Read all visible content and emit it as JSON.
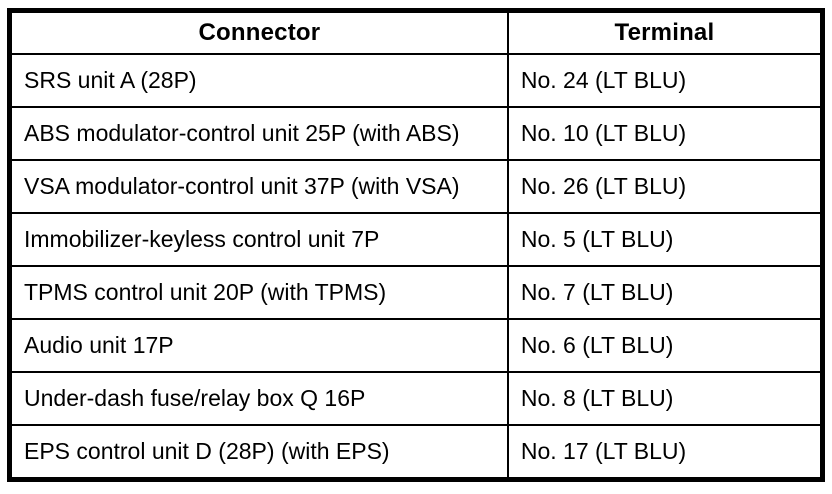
{
  "table": {
    "title": "connector-terminal-table",
    "headers": [
      {
        "label": "Connector"
      },
      {
        "label": "Terminal"
      }
    ],
    "rows": [
      {
        "connector": "SRS unit A (28P)",
        "terminal": "No. 24 (LT BLU)"
      },
      {
        "connector": "ABS modulator-control unit 25P (with ABS)",
        "terminal": "No. 10 (LT BLU)"
      },
      {
        "connector": "VSA modulator-control unit 37P (with VSA)",
        "terminal": "No. 26 (LT BLU)"
      },
      {
        "connector": "Immobilizer-keyless control unit 7P",
        "terminal": "No. 5 (LT BLU)"
      },
      {
        "connector": "TPMS control unit 20P (with TPMS)",
        "terminal": "No. 7 (LT BLU)"
      },
      {
        "connector": "Audio unit 17P",
        "terminal": "No. 6 (LT BLU)"
      },
      {
        "connector": "Under-dash fuse/relay box Q 16P",
        "terminal": "No. 8 (LT BLU)"
      },
      {
        "connector": "EPS control unit D (28P) (with EPS)",
        "terminal": "No. 17 (LT BLU)"
      }
    ],
    "colors": {
      "border": "#000000",
      "background": "#ffffff",
      "text": "#000000"
    }
  }
}
